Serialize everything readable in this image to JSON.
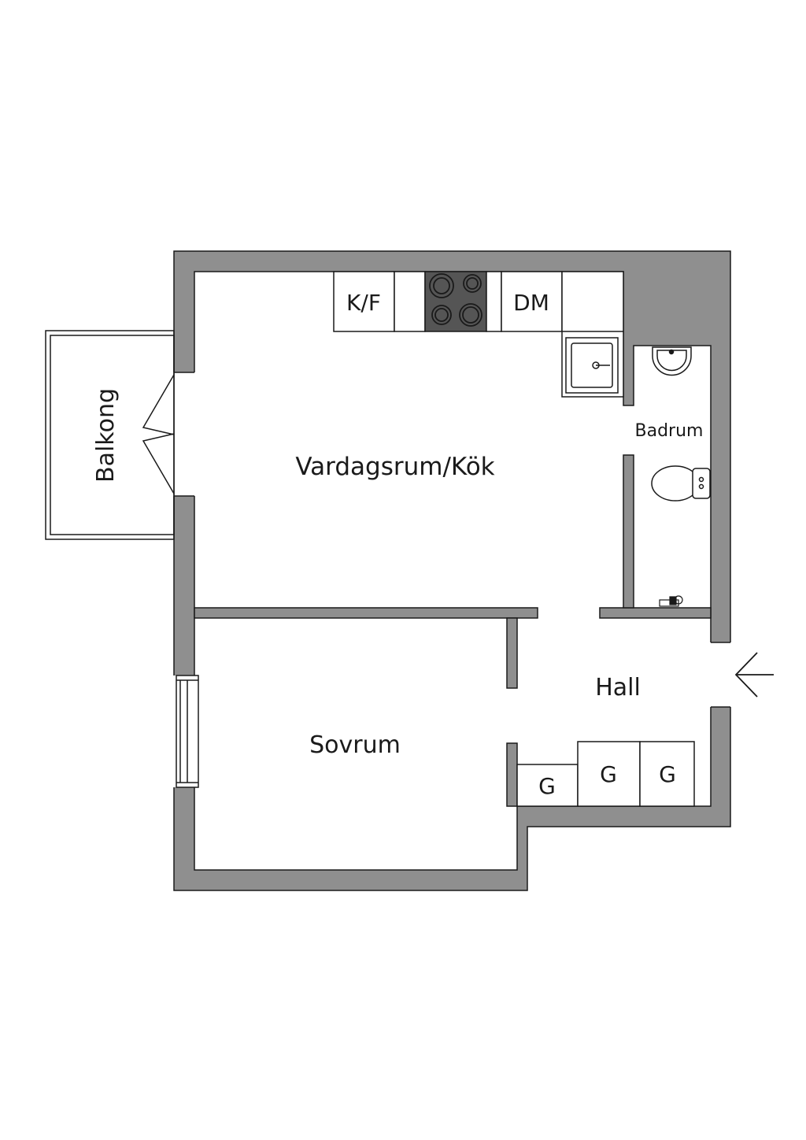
{
  "floorplan": {
    "rooms": {
      "living_kitchen": "Vardagsrum/Kök",
      "bedroom": "Sovrum",
      "bathroom": "Badrum",
      "hall": "Hall",
      "balcony": "Balkong"
    },
    "appliances": {
      "fridge_freezer": "K/F",
      "dishwasher": "DM",
      "wardrobes": [
        "G",
        "G",
        "G"
      ]
    },
    "entrance_arrow": "arrow-left-icon",
    "colors": {
      "wall": "#8f8f8f",
      "outline": "#1a1a1a",
      "stove": "#555555",
      "background": "#ffffff"
    }
  }
}
